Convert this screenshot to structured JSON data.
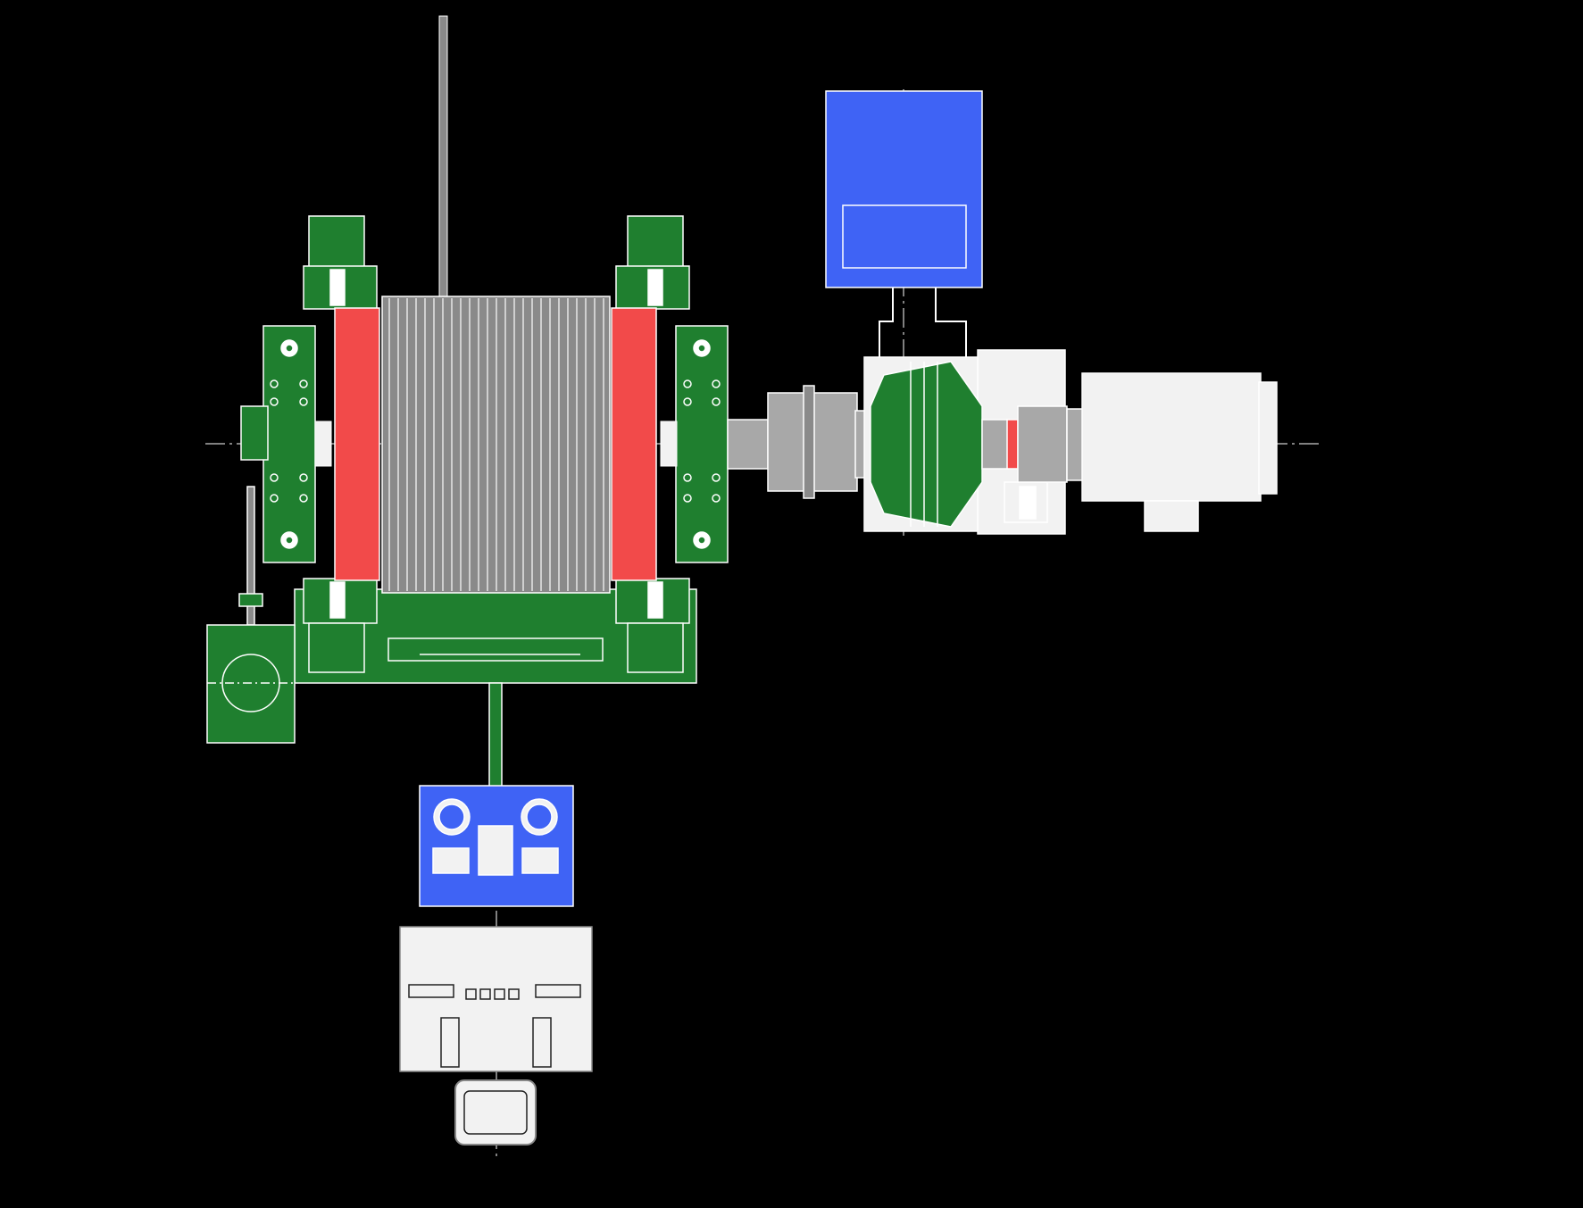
{
  "colors": {
    "background": "#000000",
    "frame_green": "#1f7f2f",
    "drum_grey": "#8a8a8a",
    "brake_red": "#f24a4a",
    "cabinet_blue": "#3f63f5",
    "motor_white": "#f2f2f2",
    "shaft_grey": "#a8a8a8",
    "line": "#ffffff"
  },
  "components": [
    {
      "id": "rope-drum",
      "icon": "drum-icon"
    },
    {
      "id": "left-brake-disc",
      "icon": "brake-disc-icon"
    },
    {
      "id": "right-brake-disc",
      "icon": "brake-disc-icon"
    },
    {
      "id": "left-main-bearing",
      "icon": "bearing-icon"
    },
    {
      "id": "right-main-bearing",
      "icon": "bearing-icon"
    },
    {
      "id": "depth-indicator",
      "icon": "gear-icon"
    },
    {
      "id": "hydraulic-station",
      "icon": "pump-icon"
    },
    {
      "id": "reducer",
      "icon": "gearbox-icon"
    },
    {
      "id": "coupling",
      "icon": "coupling-icon"
    },
    {
      "id": "electric-motor",
      "icon": "motor-icon"
    },
    {
      "id": "lubrication-cabinet",
      "icon": "cabinet-icon"
    },
    {
      "id": "operator-console",
      "icon": "console-icon"
    },
    {
      "id": "operator-chair",
      "icon": "chair-icon"
    }
  ]
}
